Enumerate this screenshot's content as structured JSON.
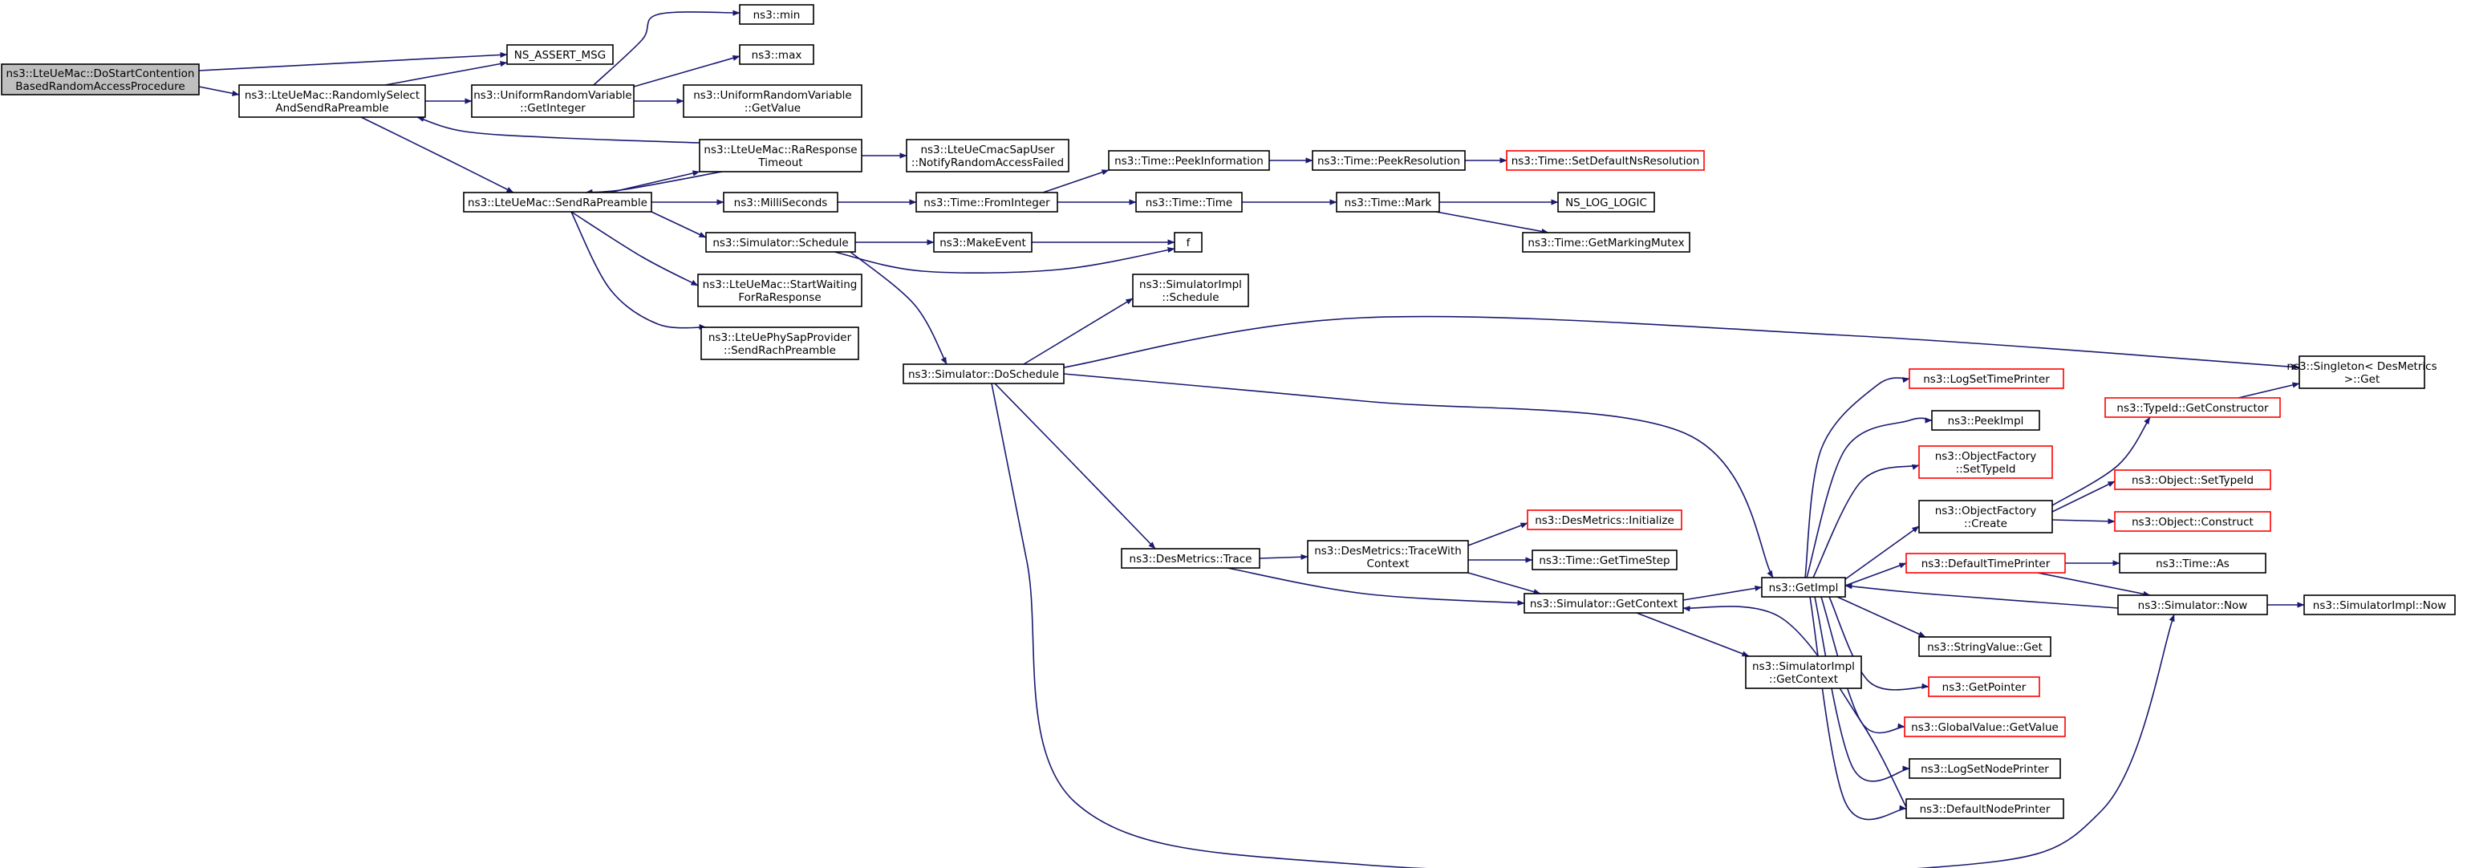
{
  "diagram": {
    "colors": {
      "edge": "#191970",
      "box_border": "#000000",
      "box_border_truncated": "#ff0000",
      "box_fill": "#ffffff",
      "root_fill": "#bfbfbf",
      "text": "#000000"
    },
    "nodes": [
      {
        "id": "n0",
        "lines": [
          "ns3::LteUeMac::DoStartContention",
          "BasedRandomAccessProcedure"
        ],
        "root": true
      },
      {
        "id": "n1",
        "lines": [
          "NS_ASSERT_MSG"
        ]
      },
      {
        "id": "n2",
        "lines": [
          "ns3::LteUeMac::RandomlySelect",
          "AndSendRaPreamble"
        ]
      },
      {
        "id": "n3",
        "lines": [
          "ns3::UniformRandomVariable",
          "::GetInteger"
        ]
      },
      {
        "id": "n4",
        "lines": [
          "ns3::LteUeMac::SendRaPreamble"
        ]
      },
      {
        "id": "n5",
        "lines": [
          "ns3::LteUeMac::RaResponse",
          "Timeout"
        ]
      },
      {
        "id": "n6",
        "lines": [
          "ns3::min"
        ]
      },
      {
        "id": "n7",
        "lines": [
          "ns3::max"
        ]
      },
      {
        "id": "n8",
        "lines": [
          "ns3::UniformRandomVariable",
          "::GetValue"
        ]
      },
      {
        "id": "n9",
        "lines": [
          "ns3::LteUeCmacSapUser",
          "::NotifyRandomAccessFailed"
        ]
      },
      {
        "id": "n10",
        "lines": [
          "ns3::MilliSeconds"
        ]
      },
      {
        "id": "n11",
        "lines": [
          "ns3::Simulator::Schedule"
        ]
      },
      {
        "id": "n12",
        "lines": [
          "ns3::LteUeMac::StartWaiting",
          "ForRaResponse"
        ]
      },
      {
        "id": "n13",
        "lines": [
          "ns3::LteUePhySapProvider",
          "::SendRachPreamble"
        ]
      },
      {
        "id": "n14",
        "lines": [
          "ns3::Time::FromInteger"
        ]
      },
      {
        "id": "n15",
        "lines": [
          "ns3::Time::PeekInformation"
        ]
      },
      {
        "id": "n16",
        "lines": [
          "ns3::Time::PeekResolution"
        ]
      },
      {
        "id": "n17",
        "lines": [
          "ns3::Time::SetDefaultNsResolution"
        ],
        "truncated": true
      },
      {
        "id": "n18",
        "lines": [
          "ns3::Time::Time"
        ]
      },
      {
        "id": "n19",
        "lines": [
          "ns3::Time::Mark"
        ]
      },
      {
        "id": "n20",
        "lines": [
          "NS_LOG_LOGIC"
        ]
      },
      {
        "id": "n21",
        "lines": [
          "ns3::Time::GetMarkingMutex"
        ]
      },
      {
        "id": "n22",
        "lines": [
          "ns3::MakeEvent"
        ]
      },
      {
        "id": "n23",
        "lines": [
          "f"
        ]
      },
      {
        "id": "n24",
        "lines": [
          "ns3::Simulator::DoSchedule"
        ]
      },
      {
        "id": "n25",
        "lines": [
          "ns3::SimulatorImpl",
          "::Schedule"
        ]
      },
      {
        "id": "n26",
        "lines": [
          "ns3::Singleton< DesMetrics",
          ">::Get"
        ]
      },
      {
        "id": "n27",
        "lines": [
          "ns3::DesMetrics::Trace"
        ]
      },
      {
        "id": "n28",
        "lines": [
          "ns3::DesMetrics::TraceWith",
          "Context"
        ]
      },
      {
        "id": "n29",
        "lines": [
          "ns3::DesMetrics::Initialize"
        ],
        "truncated": true
      },
      {
        "id": "n30",
        "lines": [
          "ns3::Time::GetTimeStep"
        ]
      },
      {
        "id": "n31",
        "lines": [
          "ns3::Simulator::GetContext"
        ]
      },
      {
        "id": "n32",
        "lines": [
          "ns3::SimulatorImpl",
          "::GetContext"
        ]
      },
      {
        "id": "n33",
        "lines": [
          "ns3::GetImpl"
        ]
      },
      {
        "id": "n34",
        "lines": [
          "ns3::LogSetTimePrinter"
        ],
        "truncated": true
      },
      {
        "id": "n35",
        "lines": [
          "ns3::PeekImpl"
        ]
      },
      {
        "id": "n36",
        "lines": [
          "ns3::ObjectFactory",
          "::SetTypeId"
        ],
        "truncated": true
      },
      {
        "id": "n37",
        "lines": [
          "ns3::ObjectFactory",
          "::Create"
        ]
      },
      {
        "id": "n38",
        "lines": [
          "ns3::DefaultTimePrinter"
        ],
        "truncated": true
      },
      {
        "id": "n39",
        "lines": [
          "ns3::StringValue::Get"
        ]
      },
      {
        "id": "n40",
        "lines": [
          "ns3::GetPointer"
        ],
        "truncated": true
      },
      {
        "id": "n41",
        "lines": [
          "ns3::GlobalValue::GetValue"
        ],
        "truncated": true
      },
      {
        "id": "n42",
        "lines": [
          "ns3::LogSetNodePrinter"
        ]
      },
      {
        "id": "n43",
        "lines": [
          "ns3::DefaultNodePrinter"
        ]
      },
      {
        "id": "n44",
        "lines": [
          "ns3::TypeId::GetConstructor"
        ],
        "truncated": true
      },
      {
        "id": "n45",
        "lines": [
          "ns3::Object::SetTypeId"
        ],
        "truncated": true
      },
      {
        "id": "n46",
        "lines": [
          "ns3::Object::Construct"
        ],
        "truncated": true
      },
      {
        "id": "n47",
        "lines": [
          "ns3::Time::As"
        ]
      },
      {
        "id": "n48",
        "lines": [
          "ns3::Simulator::Now"
        ]
      },
      {
        "id": "n49",
        "lines": [
          "ns3::SimulatorImpl::Now"
        ]
      }
    ],
    "edges": [
      [
        "n0",
        "n1"
      ],
      [
        "n0",
        "n2"
      ],
      [
        "n2",
        "n1"
      ],
      [
        "n2",
        "n3"
      ],
      [
        "n2",
        "n4"
      ],
      [
        "n3",
        "n6"
      ],
      [
        "n3",
        "n7"
      ],
      [
        "n3",
        "n8"
      ],
      [
        "n4",
        "n5"
      ],
      [
        "n5",
        "n2"
      ],
      [
        "n5",
        "n4"
      ],
      [
        "n5",
        "n9"
      ],
      [
        "n4",
        "n10"
      ],
      [
        "n4",
        "n11"
      ],
      [
        "n4",
        "n12"
      ],
      [
        "n4",
        "n13"
      ],
      [
        "n10",
        "n14"
      ],
      [
        "n14",
        "n15"
      ],
      [
        "n15",
        "n16"
      ],
      [
        "n16",
        "n17"
      ],
      [
        "n14",
        "n18"
      ],
      [
        "n18",
        "n19"
      ],
      [
        "n19",
        "n20"
      ],
      [
        "n19",
        "n21"
      ],
      [
        "n11",
        "n22"
      ],
      [
        "n22",
        "n23"
      ],
      [
        "n11",
        "n23"
      ],
      [
        "n11",
        "n24"
      ],
      [
        "n24",
        "n25"
      ],
      [
        "n24",
        "n26"
      ],
      [
        "n24",
        "n27"
      ],
      [
        "n24",
        "n33"
      ],
      [
        "n24",
        "n48"
      ],
      [
        "n27",
        "n28"
      ],
      [
        "n27",
        "n31"
      ],
      [
        "n28",
        "n29"
      ],
      [
        "n28",
        "n30"
      ],
      [
        "n28",
        "n31"
      ],
      [
        "n31",
        "n32"
      ],
      [
        "n31",
        "n33"
      ],
      [
        "n33",
        "n34"
      ],
      [
        "n33",
        "n35"
      ],
      [
        "n33",
        "n36"
      ],
      [
        "n33",
        "n37"
      ],
      [
        "n33",
        "n38"
      ],
      [
        "n33",
        "n39"
      ],
      [
        "n33",
        "n40"
      ],
      [
        "n33",
        "n41"
      ],
      [
        "n33",
        "n42"
      ],
      [
        "n33",
        "n43"
      ],
      [
        "n37",
        "n44"
      ],
      [
        "n37",
        "n45"
      ],
      [
        "n37",
        "n46"
      ],
      [
        "n44",
        "n26"
      ],
      [
        "n38",
        "n47"
      ],
      [
        "n38",
        "n48"
      ],
      [
        "n48",
        "n33"
      ],
      [
        "n48",
        "n49"
      ],
      [
        "n43",
        "n31"
      ]
    ]
  }
}
